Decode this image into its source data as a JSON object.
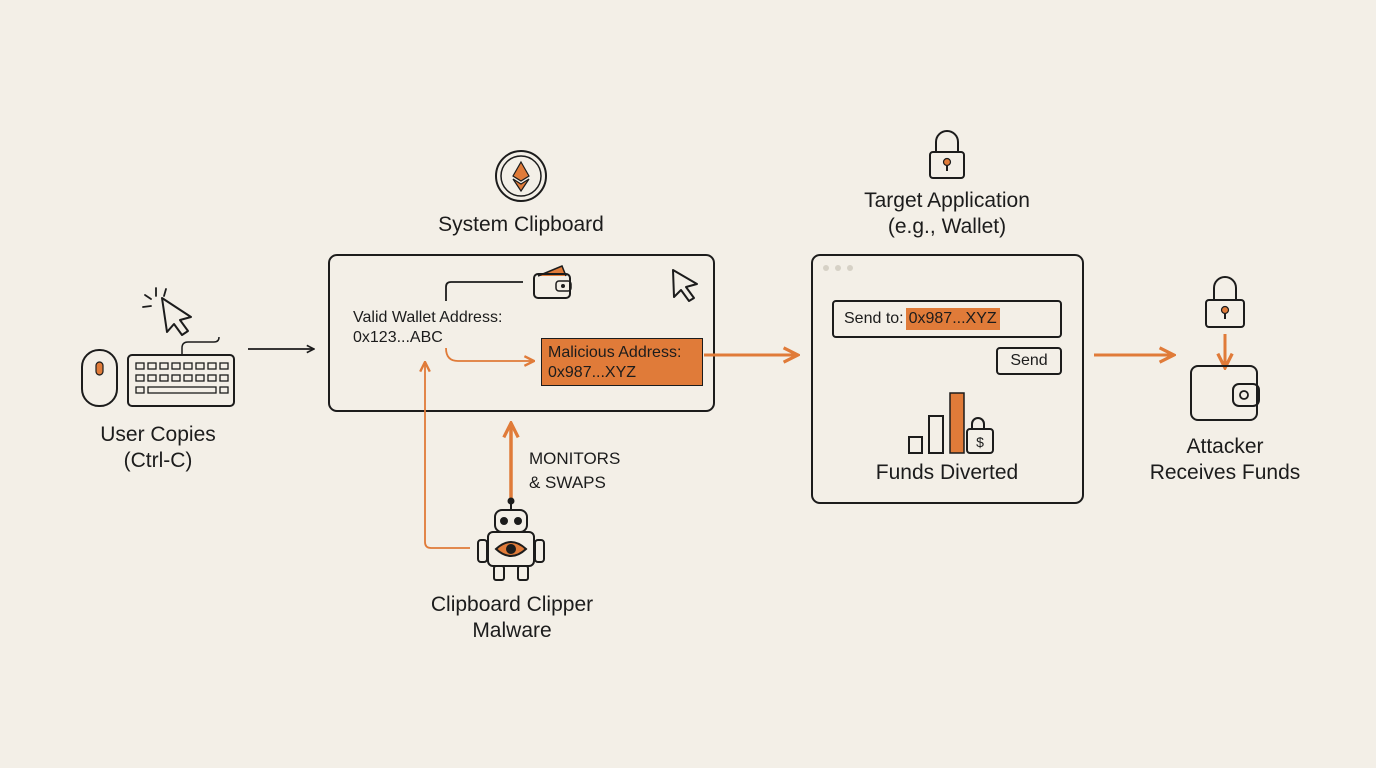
{
  "colors": {
    "background": "#f3efe7",
    "accent": "#e07b39",
    "ink": "#1c1c1c"
  },
  "icons": [
    "ethereum-icon",
    "lock-icon",
    "wallet-icon",
    "cursor-icon",
    "mouse-icon",
    "keyboard-icon",
    "robot-eye-icon",
    "bar-chart-icon",
    "dollar-lock-icon"
  ],
  "user": {
    "line1": "User Copies",
    "line2": "(Ctrl-C)"
  },
  "clipboard": {
    "title": "System Clipboard",
    "valid_line1": "Valid Wallet Address:",
    "valid_line2": "0x123...ABC",
    "malicious_line1": "Malicious Address:",
    "malicious_line2": "0x987...XYZ"
  },
  "malware": {
    "action_line1": "MONITORS",
    "action_line2": "& SWAPS",
    "name_line1": "Clipboard Clipper",
    "name_line2": "Malware"
  },
  "target": {
    "title_line1": "Target Application",
    "title_line2": "(e.g., Wallet)",
    "send_prefix": "Send to:",
    "send_address": "0x987...XYZ",
    "send_button": "Send",
    "diverted": "Funds Diverted"
  },
  "attacker": {
    "line1": "Attacker",
    "line2": "Receives Funds"
  }
}
